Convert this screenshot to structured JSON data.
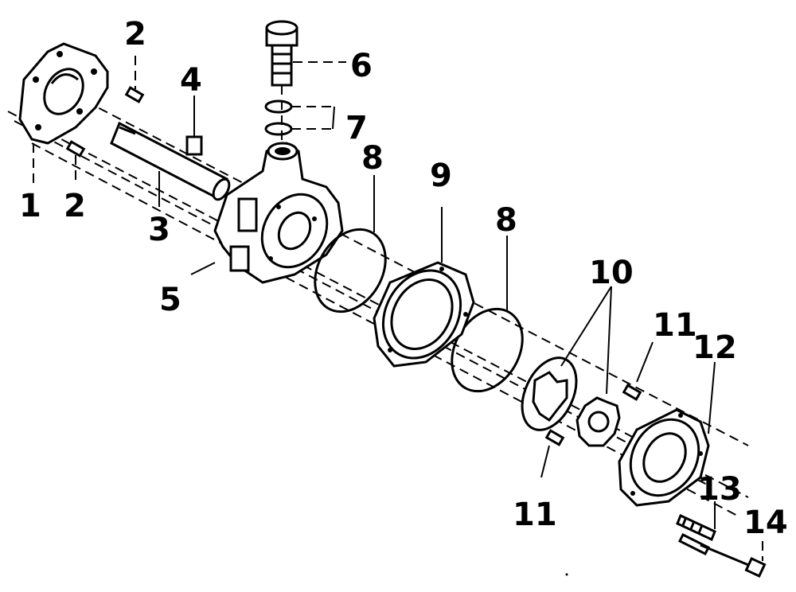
{
  "diagram": {
    "labels": {
      "n1": "1",
      "n2a": "2",
      "n2b": "2",
      "n3": "3",
      "n4": "4",
      "n5": "5",
      "n6": "6",
      "n7": "7",
      "n8a": "8",
      "n8b": "8",
      "n9": "9",
      "n10": "10",
      "n11a": "11",
      "n11b": "11",
      "n12": "12",
      "n13": "13",
      "n14": "14"
    }
  }
}
